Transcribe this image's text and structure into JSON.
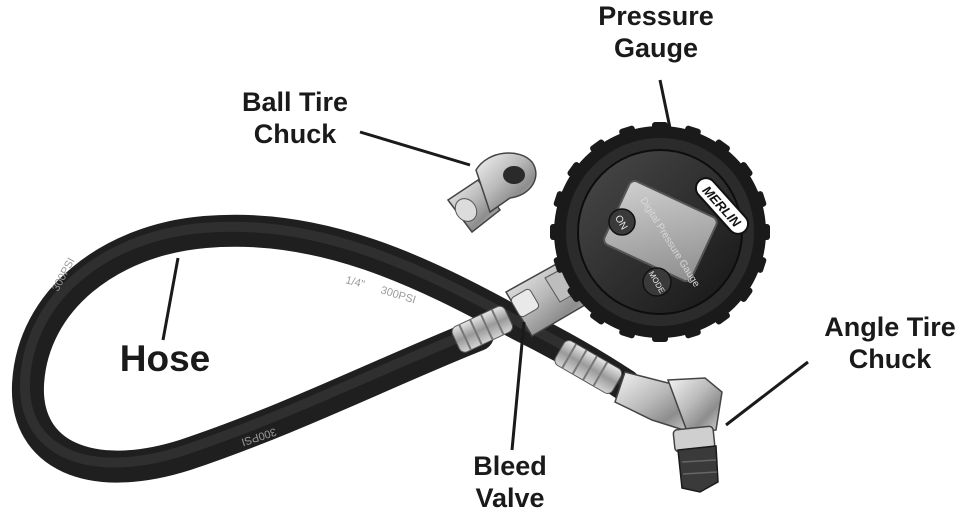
{
  "labels": {
    "pressure_gauge": [
      "Pressure",
      "Gauge"
    ],
    "ball_tire_chuck": [
      "Ball Tire",
      "Chuck"
    ],
    "hose": "Hose",
    "angle_tire_chuck": [
      "Angle Tire",
      "Chuck"
    ],
    "bleed_valve": [
      "Bleed",
      "Valve"
    ]
  },
  "gauge": {
    "brand": "MERLIN",
    "face_text": "Digital Pressure Gauge",
    "on_button": "ON",
    "mode_button": "MODE"
  },
  "hose_print": {
    "segment_a": "1/4\"",
    "segment_b": "300PSI"
  },
  "colors": {
    "label": "#1a1a1a",
    "hose": "#262626",
    "bezel": "#1f1f1f",
    "metal": "#c9c9c9"
  }
}
